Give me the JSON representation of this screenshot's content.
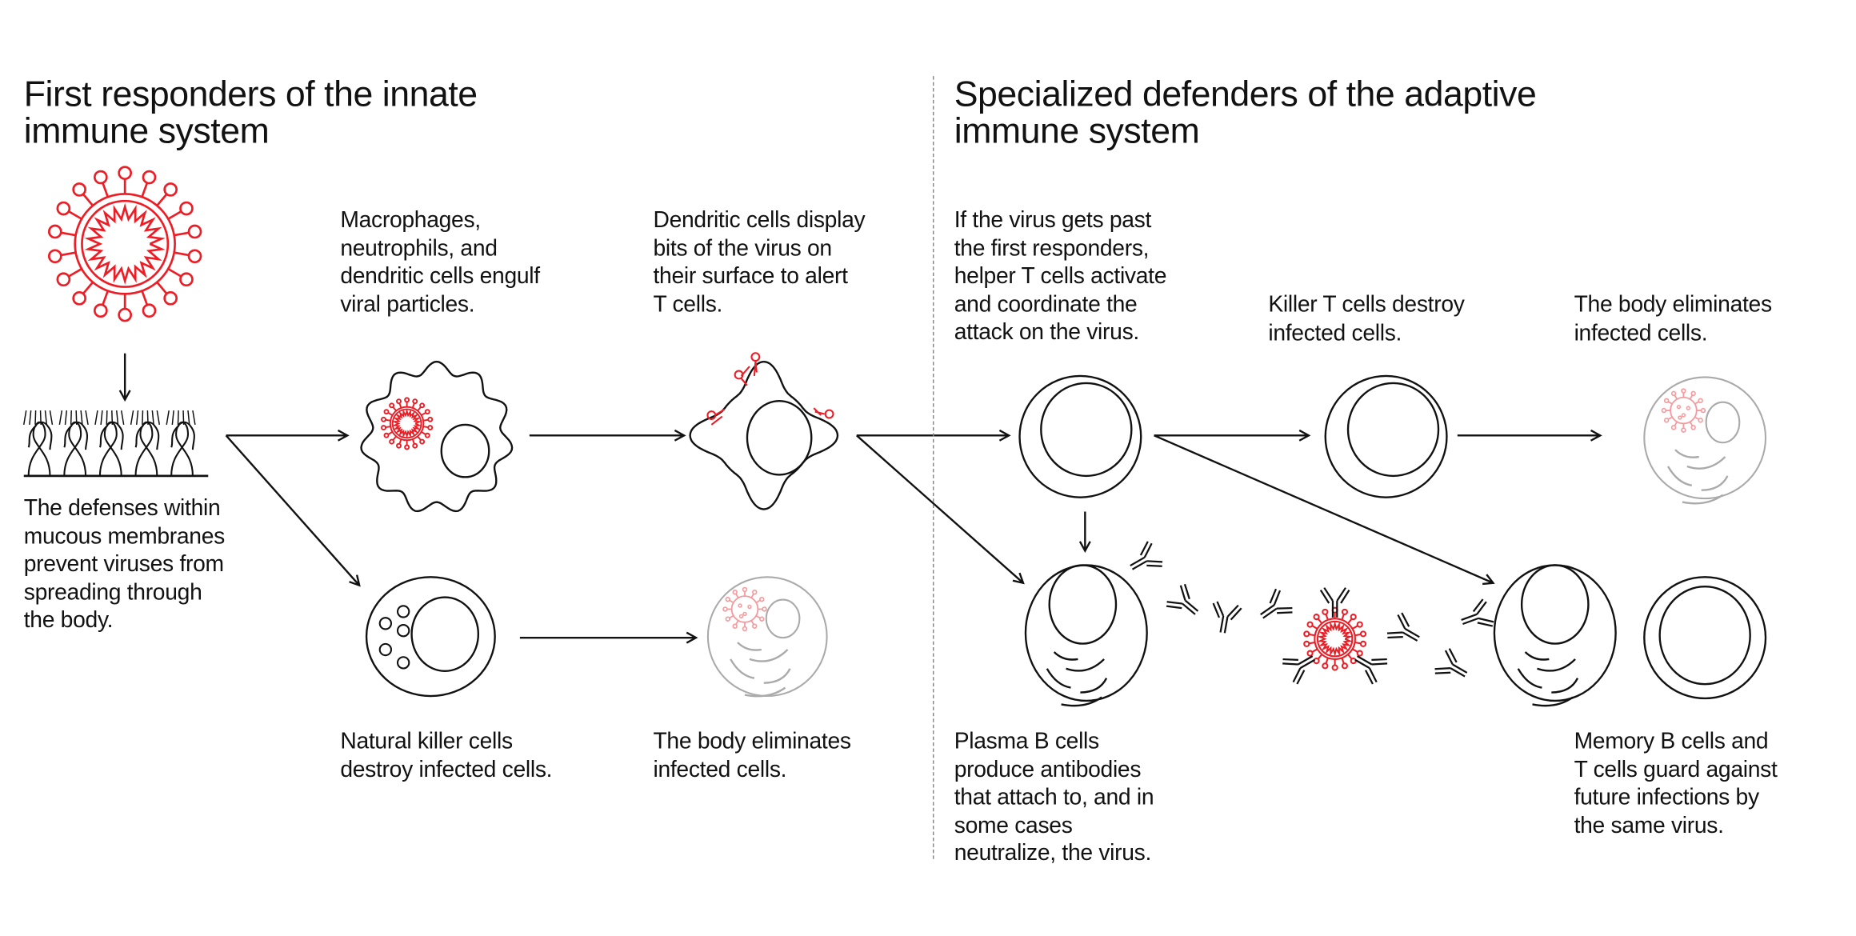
{
  "colors": {
    "virus": "#ee1c24",
    "virus_faded": "#f6999c",
    "ink": "#111111",
    "faded": "#aaaaaa"
  },
  "innate": {
    "title": [
      "First responders of the innate",
      "immune system"
    ],
    "mucous": [
      "The defenses within",
      "mucous membranes",
      "prevent viruses from",
      "spreading through",
      "the body."
    ],
    "macrophages": [
      "Macrophages,",
      "neutrophils, and",
      "dendritic cells engulf",
      "viral particles."
    ],
    "dendritic": [
      "Dendritic cells display",
      "bits of the virus on",
      "their surface to alert",
      "T cells."
    ],
    "natural_killer": [
      "Natural killer cells",
      "destroy infected cells."
    ],
    "eliminates": [
      "The body eliminates",
      "infected cells."
    ]
  },
  "adaptive": {
    "title": [
      "Specialized defenders of the adaptive",
      "immune system"
    ],
    "helper": [
      "If the virus gets past",
      "the first responders,",
      "helper T cells activate",
      "and coordinate the",
      "attack on the virus."
    ],
    "killer": [
      "Killer T cells destroy",
      "infected cells."
    ],
    "eliminates": [
      "The body eliminates",
      "infected cells."
    ],
    "plasma": [
      "Plasma B cells",
      "produce antibodies",
      "that attach to, and in",
      "some cases",
      "neutralize, the virus."
    ],
    "memory": [
      "Memory B cells and",
      "T cells guard against",
      "future infections by",
      "the same virus."
    ]
  }
}
